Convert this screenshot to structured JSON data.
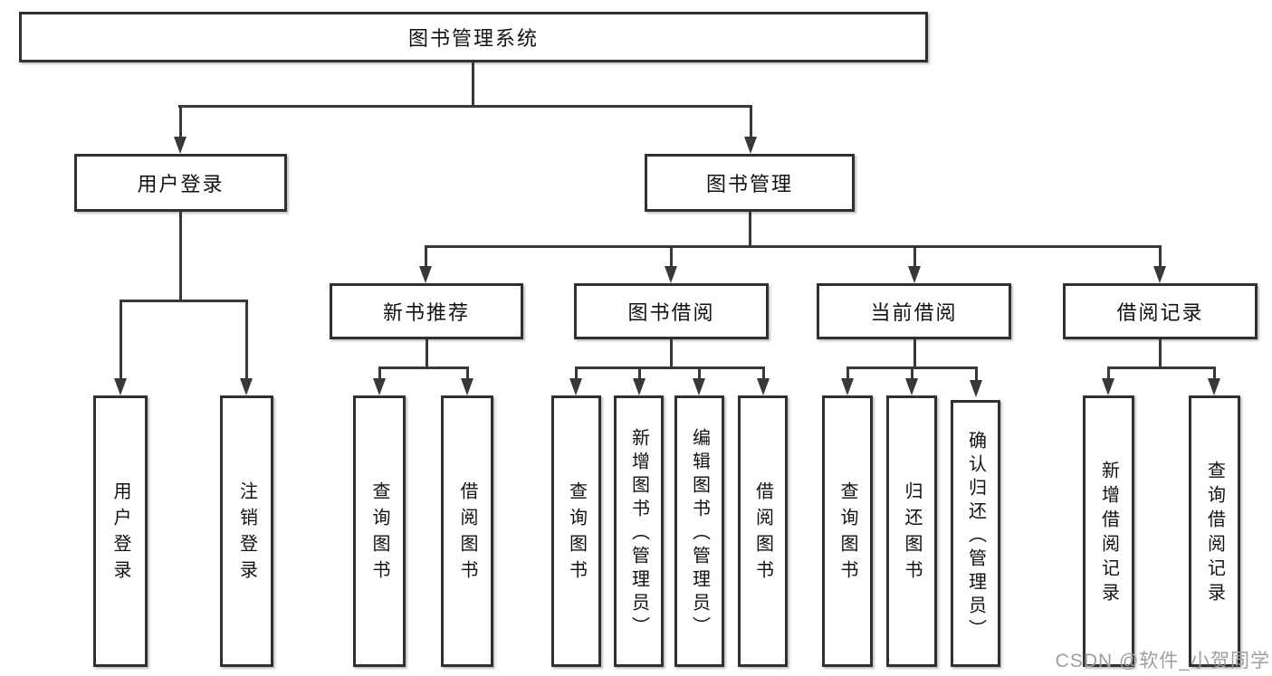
{
  "diagram_title": "图书管理系统",
  "tree": {
    "root": {
      "label": "图书管理系统"
    },
    "level2": [
      {
        "label": "用户登录"
      },
      {
        "label": "图书管理"
      }
    ],
    "level3": [
      {
        "label": "新书推荐"
      },
      {
        "label": "图书借阅"
      },
      {
        "label": "当前借阅"
      },
      {
        "label": "借阅记录"
      }
    ],
    "leaves": [
      {
        "label": "用户登录",
        "parent": "用户登录"
      },
      {
        "label": "注销登录",
        "parent": "用户登录"
      },
      {
        "label": "查询图书",
        "parent": "新书推荐"
      },
      {
        "label": "借阅图书",
        "parent": "新书推荐"
      },
      {
        "label": "查询图书",
        "parent": "图书借阅"
      },
      {
        "label": "新增图书（管理员）",
        "parent": "图书借阅"
      },
      {
        "label": "编辑图书（管理员）",
        "parent": "图书借阅"
      },
      {
        "label": "借阅图书",
        "parent": "图书借阅"
      },
      {
        "label": "查询图书",
        "parent": "当前借阅"
      },
      {
        "label": "归还图书",
        "parent": "当前借阅"
      },
      {
        "label": "确认归还（管理员）",
        "parent": "当前借阅"
      },
      {
        "label": "新增借阅记录",
        "parent": "借阅记录"
      },
      {
        "label": "查询借阅记录",
        "parent": "借阅记录"
      }
    ]
  },
  "watermark": "CSDN @软件_小贺同学",
  "colors": {
    "line": "#383838",
    "box_border": "#303030",
    "box_fill": "#ffffff",
    "text": "#111111",
    "watermark": "#9e9e9e",
    "background": "#ffffff"
  }
}
